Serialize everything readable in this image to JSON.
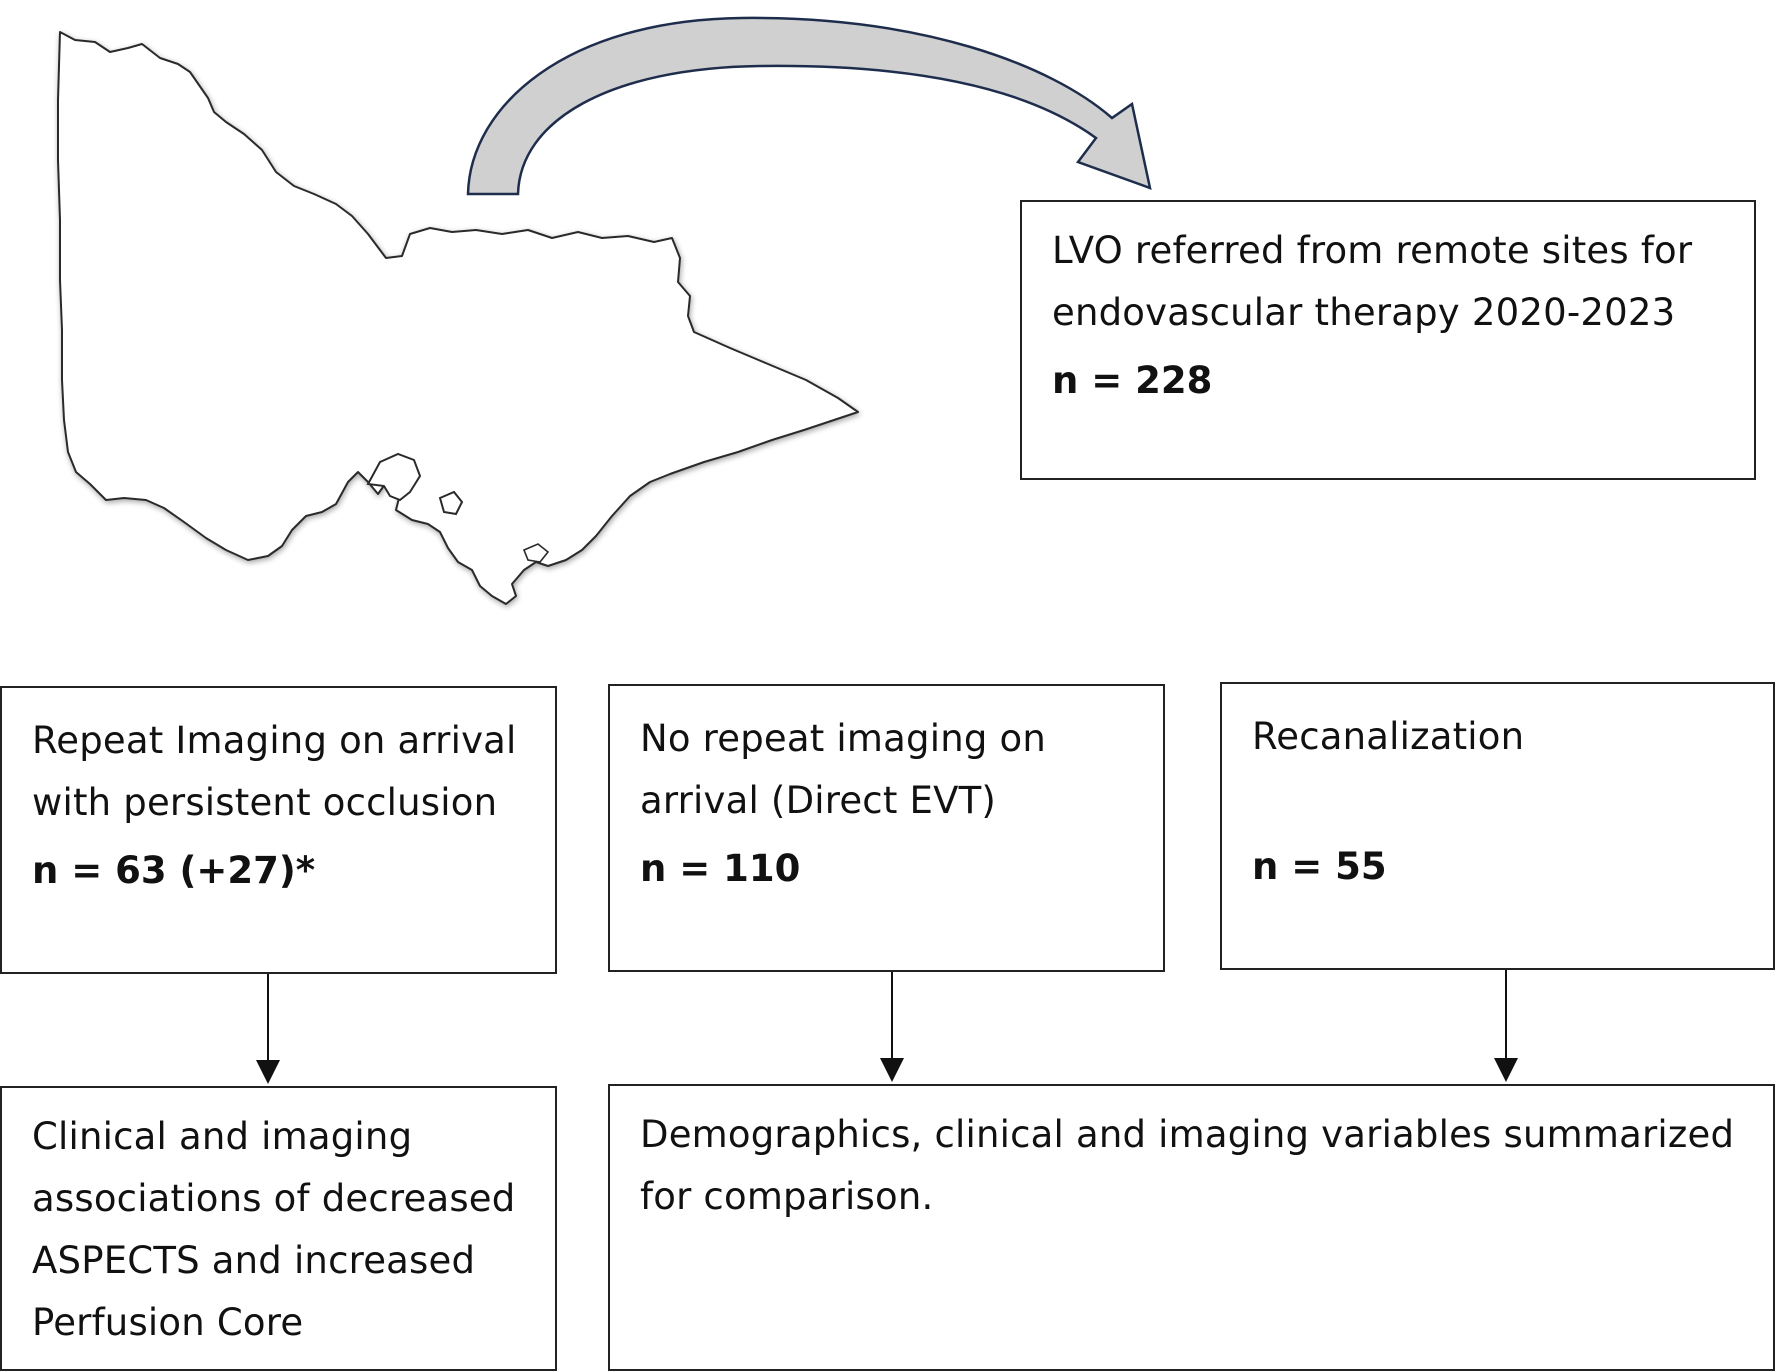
{
  "boxes": {
    "referred": {
      "title": "LVO referred from remote sites for endovascular therapy 2020-2023",
      "count": "n = 228"
    },
    "repeat_imaging": {
      "title": "Repeat Imaging on arrival with persistent occlusion",
      "count": "n = 63 (+27)*"
    },
    "no_repeat_imaging": {
      "title": "No repeat imaging on arrival (Direct EVT)",
      "count": "n = 110"
    },
    "recanalization": {
      "title": "Recanalization",
      "count": "n = 55"
    },
    "aspects_outcome": {
      "title": "Clinical and imaging associations of decreased ASPECTS and increased Perfusion Core"
    },
    "comparison_outcome": {
      "title": "Demographics, clinical and imaging variables summarized for comparison."
    }
  },
  "colors": {
    "curved_arrow_fill": "#d0d0d0",
    "curved_arrow_stroke": "#1f2d4d",
    "map_stroke": "#2a2a2a",
    "box_border": "#222222"
  }
}
